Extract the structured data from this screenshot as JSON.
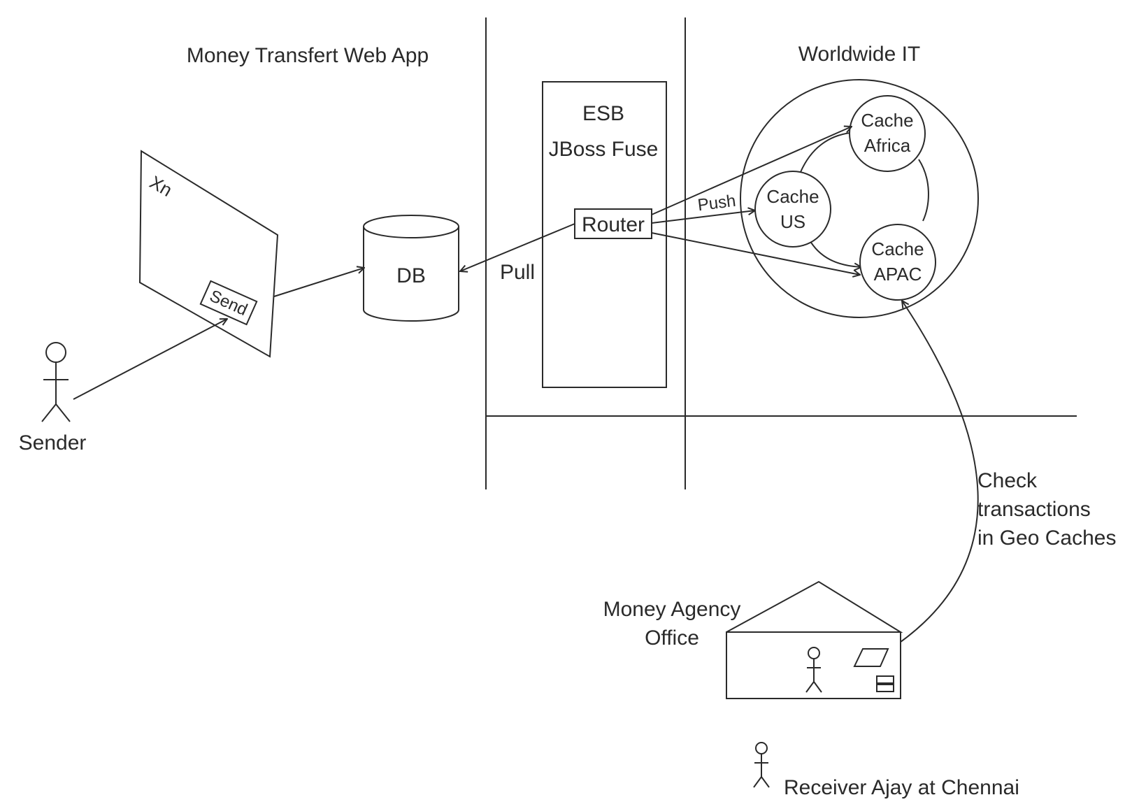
{
  "sections": {
    "web_app": "Money Transfert Web App",
    "worldwide": "Worldwide IT"
  },
  "esb": {
    "line1": "ESB",
    "line2": "JBoss Fuse",
    "router": "Router"
  },
  "form": {
    "label": "Xn",
    "button": "Send"
  },
  "db": {
    "label": "DB"
  },
  "sender": {
    "label": "Sender"
  },
  "edges": {
    "pull": "Pull",
    "push": "Push",
    "check_line1": "Check",
    "check_line2": "transactions",
    "check_line3": "in Geo Caches"
  },
  "caches": {
    "africa_line1": "Cache",
    "africa_line2": "Africa",
    "us_line1": "Cache",
    "us_line2": "US",
    "apac_line1": "Cache",
    "apac_line2": "APAC"
  },
  "office": {
    "line1": "Money Agency",
    "line2": "Office"
  },
  "receiver": {
    "label": "Receiver Ajay at Chennai"
  },
  "colors": {
    "stroke": "#2a2a2a",
    "background": "#ffffff"
  }
}
